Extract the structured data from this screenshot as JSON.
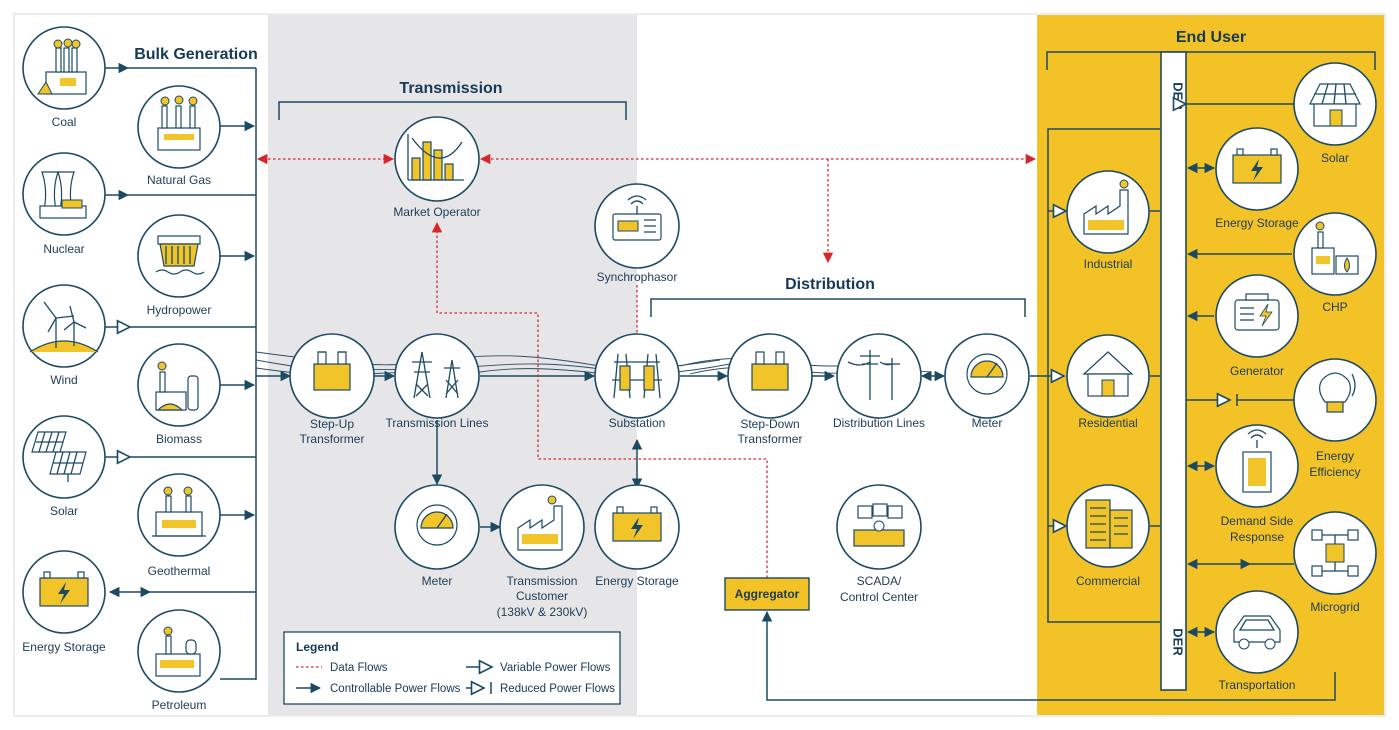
{
  "colors": {
    "navy": "#1d4a63",
    "yellow": "#f3c226",
    "grey": "#e6e6e8",
    "red": "#d7262b"
  },
  "sections": {
    "bulk_generation": "Bulk Generation",
    "transmission": "Transmission",
    "distribution": "Distribution",
    "end_user": "End User",
    "der": "DER"
  },
  "bulk": {
    "coal": "Coal",
    "natural_gas": "Natural Gas",
    "nuclear": "Nuclear",
    "hydropower": "Hydropower",
    "wind": "Wind",
    "biomass": "Biomass",
    "solar": "Solar",
    "geothermal": "Geothermal",
    "energy_storage": "Energy Storage",
    "petroleum": "Petroleum"
  },
  "transmission": {
    "market_operator": "Market Operator",
    "step_up_1": "Step-Up",
    "step_up_2": "Transformer",
    "transmission_lines": "Transmission Lines",
    "meter": "Meter",
    "customer_1": "Transmission",
    "customer_2": "Customer",
    "customer_3": "(138kV & 230kV)"
  },
  "distribution": {
    "synchrophasor": "Synchrophasor",
    "substation": "Substation",
    "energy_storage": "Energy Storage",
    "step_down_1": "Step-Down",
    "step_down_2": "Transformer",
    "distribution_lines": "Distribution Lines",
    "meter": "Meter",
    "aggregator": "Aggregator",
    "scada_1": "SCADA/",
    "scada_2": "Control Center"
  },
  "end_user": {
    "industrial": "Industrial",
    "residential": "Residential",
    "commercial": "Commercial",
    "solar": "Solar",
    "energy_storage": "Energy Storage",
    "chp": "CHP",
    "generator": "Generator",
    "energy_efficiency_1": "Energy",
    "energy_efficiency_2": "Efficiency",
    "demand_response_1": "Demand Side",
    "demand_response_2": "Response",
    "microgrid": "Microgrid",
    "transportation": "Transportation"
  },
  "legend": {
    "title": "Legend",
    "data_flows": "Data Flows",
    "controllable": "Controllable Power Flows",
    "variable": "Variable Power Flows",
    "reduced": "Reduced Power Flows"
  }
}
